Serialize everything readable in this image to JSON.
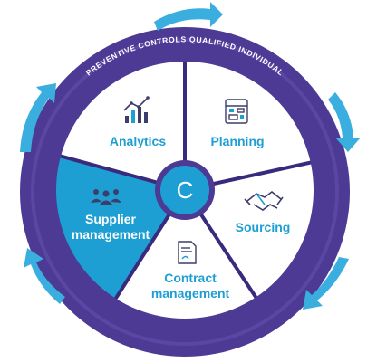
{
  "ring_label": "PREVENTIVE CONTROLS QUALIFIED INDIVIDUAL",
  "center_letter": "C",
  "segments": [
    {
      "id": "analytics",
      "line1": "Analytics",
      "line2": "",
      "icon": "bar-chart-icon",
      "highlighted": false
    },
    {
      "id": "planning",
      "line1": "Planning",
      "line2": "",
      "icon": "planning-board-icon",
      "highlighted": false
    },
    {
      "id": "sourcing",
      "line1": "Sourcing",
      "line2": "",
      "icon": "handshake-icon",
      "highlighted": false
    },
    {
      "id": "contract-management",
      "line1": "Contract",
      "line2": "management",
      "icon": "document-icon",
      "highlighted": false
    },
    {
      "id": "supplier-management",
      "line1": "Supplier",
      "line2": "management",
      "icon": "people-group-icon",
      "highlighted": true
    }
  ],
  "colors": {
    "ring": "#4c3a94",
    "ring_inner": "#5a47a3",
    "divider": "#3a2a7d",
    "accent": "#1e9fd3",
    "arrow": "#3aaede",
    "segment_bg": "#ffffff",
    "label": "#1e9fd3",
    "label_highlight": "#ffffff",
    "icon": "#3d3d6b"
  }
}
